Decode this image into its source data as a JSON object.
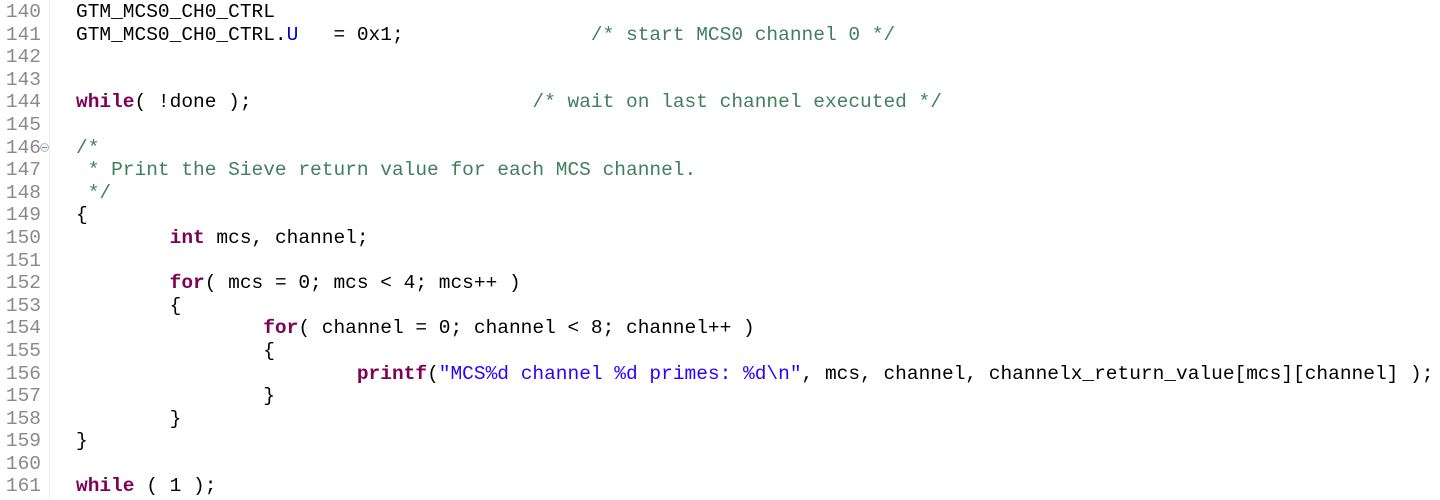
{
  "editor": {
    "colors": {
      "keyword": "#7f0055",
      "comment": "#3f7f5f",
      "string": "#2a00ff",
      "field": "#0000c0",
      "line_number": "#8a8a8a"
    },
    "lines": [
      {
        "num": "140",
        "parts": [
          {
            "t": "GTM_MCS0_CH0_CTRL"
          }
        ]
      },
      {
        "num": "141",
        "parts": [
          {
            "t": "GTM_MCS0_CH0_CTRL."
          },
          {
            "t": "U",
            "c": "fld"
          },
          {
            "t": "   = 0x1;                "
          },
          {
            "t": "/* start MCS0 channel 0 */",
            "c": "cm"
          }
        ]
      },
      {
        "num": "142",
        "parts": []
      },
      {
        "num": "143",
        "parts": []
      },
      {
        "num": "144",
        "parts": [
          {
            "t": "while",
            "c": "kw"
          },
          {
            "t": "( !done );                        "
          },
          {
            "t": "/* wait on last channel executed */",
            "c": "cm"
          }
        ]
      },
      {
        "num": "145",
        "parts": []
      },
      {
        "num": "146",
        "fold": true,
        "parts": [
          {
            "t": "/*",
            "c": "cm"
          }
        ]
      },
      {
        "num": "147",
        "parts": [
          {
            "t": " * Print the Sieve return value for each MCS channel.",
            "c": "cm"
          }
        ]
      },
      {
        "num": "148",
        "parts": [
          {
            "t": " */",
            "c": "cm"
          }
        ]
      },
      {
        "num": "149",
        "parts": [
          {
            "t": "{"
          }
        ]
      },
      {
        "num": "150",
        "parts": [
          {
            "t": "        "
          },
          {
            "t": "int",
            "c": "kw"
          },
          {
            "t": " mcs, channel;"
          }
        ]
      },
      {
        "num": "151",
        "parts": []
      },
      {
        "num": "152",
        "parts": [
          {
            "t": "        "
          },
          {
            "t": "for",
            "c": "kw"
          },
          {
            "t": "( mcs = 0; mcs < 4; mcs++ )"
          }
        ]
      },
      {
        "num": "153",
        "parts": [
          {
            "t": "        {"
          }
        ]
      },
      {
        "num": "154",
        "parts": [
          {
            "t": "                "
          },
          {
            "t": "for",
            "c": "kw"
          },
          {
            "t": "( channel = 0; channel < 8; channel++ )"
          }
        ]
      },
      {
        "num": "155",
        "parts": [
          {
            "t": "                {"
          }
        ]
      },
      {
        "num": "156",
        "parts": [
          {
            "t": "                        "
          },
          {
            "t": "printf",
            "c": "kw"
          },
          {
            "t": "("
          },
          {
            "t": "\"MCS%d channel %d primes: %d\\n\"",
            "c": "str"
          },
          {
            "t": ", mcs, channel, channelx_return_value[mcs][channel] );"
          }
        ]
      },
      {
        "num": "157",
        "parts": [
          {
            "t": "                }"
          }
        ]
      },
      {
        "num": "158",
        "parts": [
          {
            "t": "        }"
          }
        ]
      },
      {
        "num": "159",
        "parts": [
          {
            "t": "}"
          }
        ]
      },
      {
        "num": "160",
        "parts": []
      },
      {
        "num": "161",
        "parts": [
          {
            "t": "while",
            "c": "kw"
          },
          {
            "t": " ( 1 );"
          }
        ]
      }
    ]
  }
}
